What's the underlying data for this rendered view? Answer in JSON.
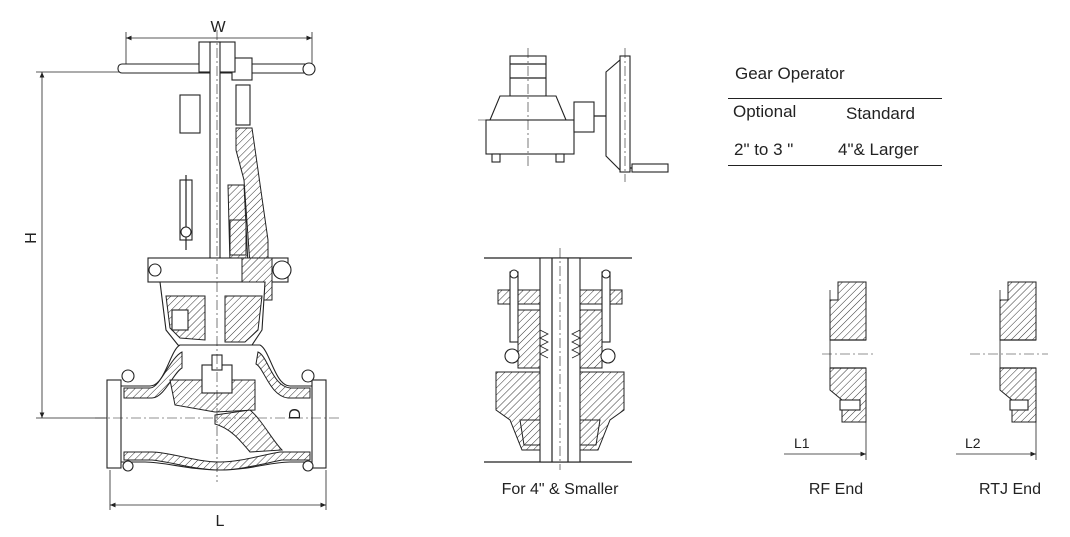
{
  "dimensions": {
    "width_label": "W",
    "height_label": "H",
    "length_label": "L",
    "diameter_label": "D",
    "rf_length_label": "L1",
    "rtj_length_label": "L2"
  },
  "captions": {
    "small_bonnet": "For 4\" & Smaller",
    "rf_end": "RF End",
    "rtj_end": "RTJ End"
  },
  "gear_table": {
    "title": "Gear Operator",
    "headers": [
      "Optional",
      "Standard"
    ],
    "row": [
      "2\"  to 3  \"",
      "4\"& Larger"
    ]
  }
}
